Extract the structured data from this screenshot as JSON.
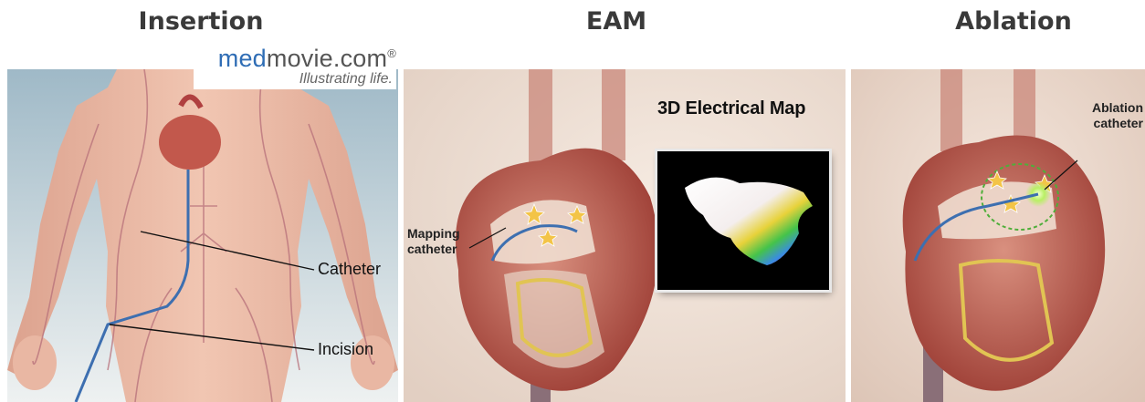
{
  "titles": {
    "insertion": "Insertion",
    "eam": "EAM",
    "ablation": "Ablation"
  },
  "logo": {
    "brand_accent": "med",
    "brand_rest": "movie.com",
    "registered": "®",
    "tagline": "Illustrating life."
  },
  "insertion_panel": {
    "catheter_label": "Catheter",
    "incision_label": "Incision"
  },
  "eam_panel": {
    "map_title": "3D Electrical Map",
    "mapping_label_line1": "Mapping",
    "mapping_label_line2": "catheter"
  },
  "ablation_panel": {
    "ablation_label_line1": "Ablation",
    "ablation_label_line2": "catheter"
  },
  "colors": {
    "title_text": "#3a3a3a",
    "brand_blue": "#2f6db5",
    "catheter_blue": "#3d6fb0",
    "heart_red": "#b34a3f",
    "label_blue": "#1f3f8f"
  }
}
